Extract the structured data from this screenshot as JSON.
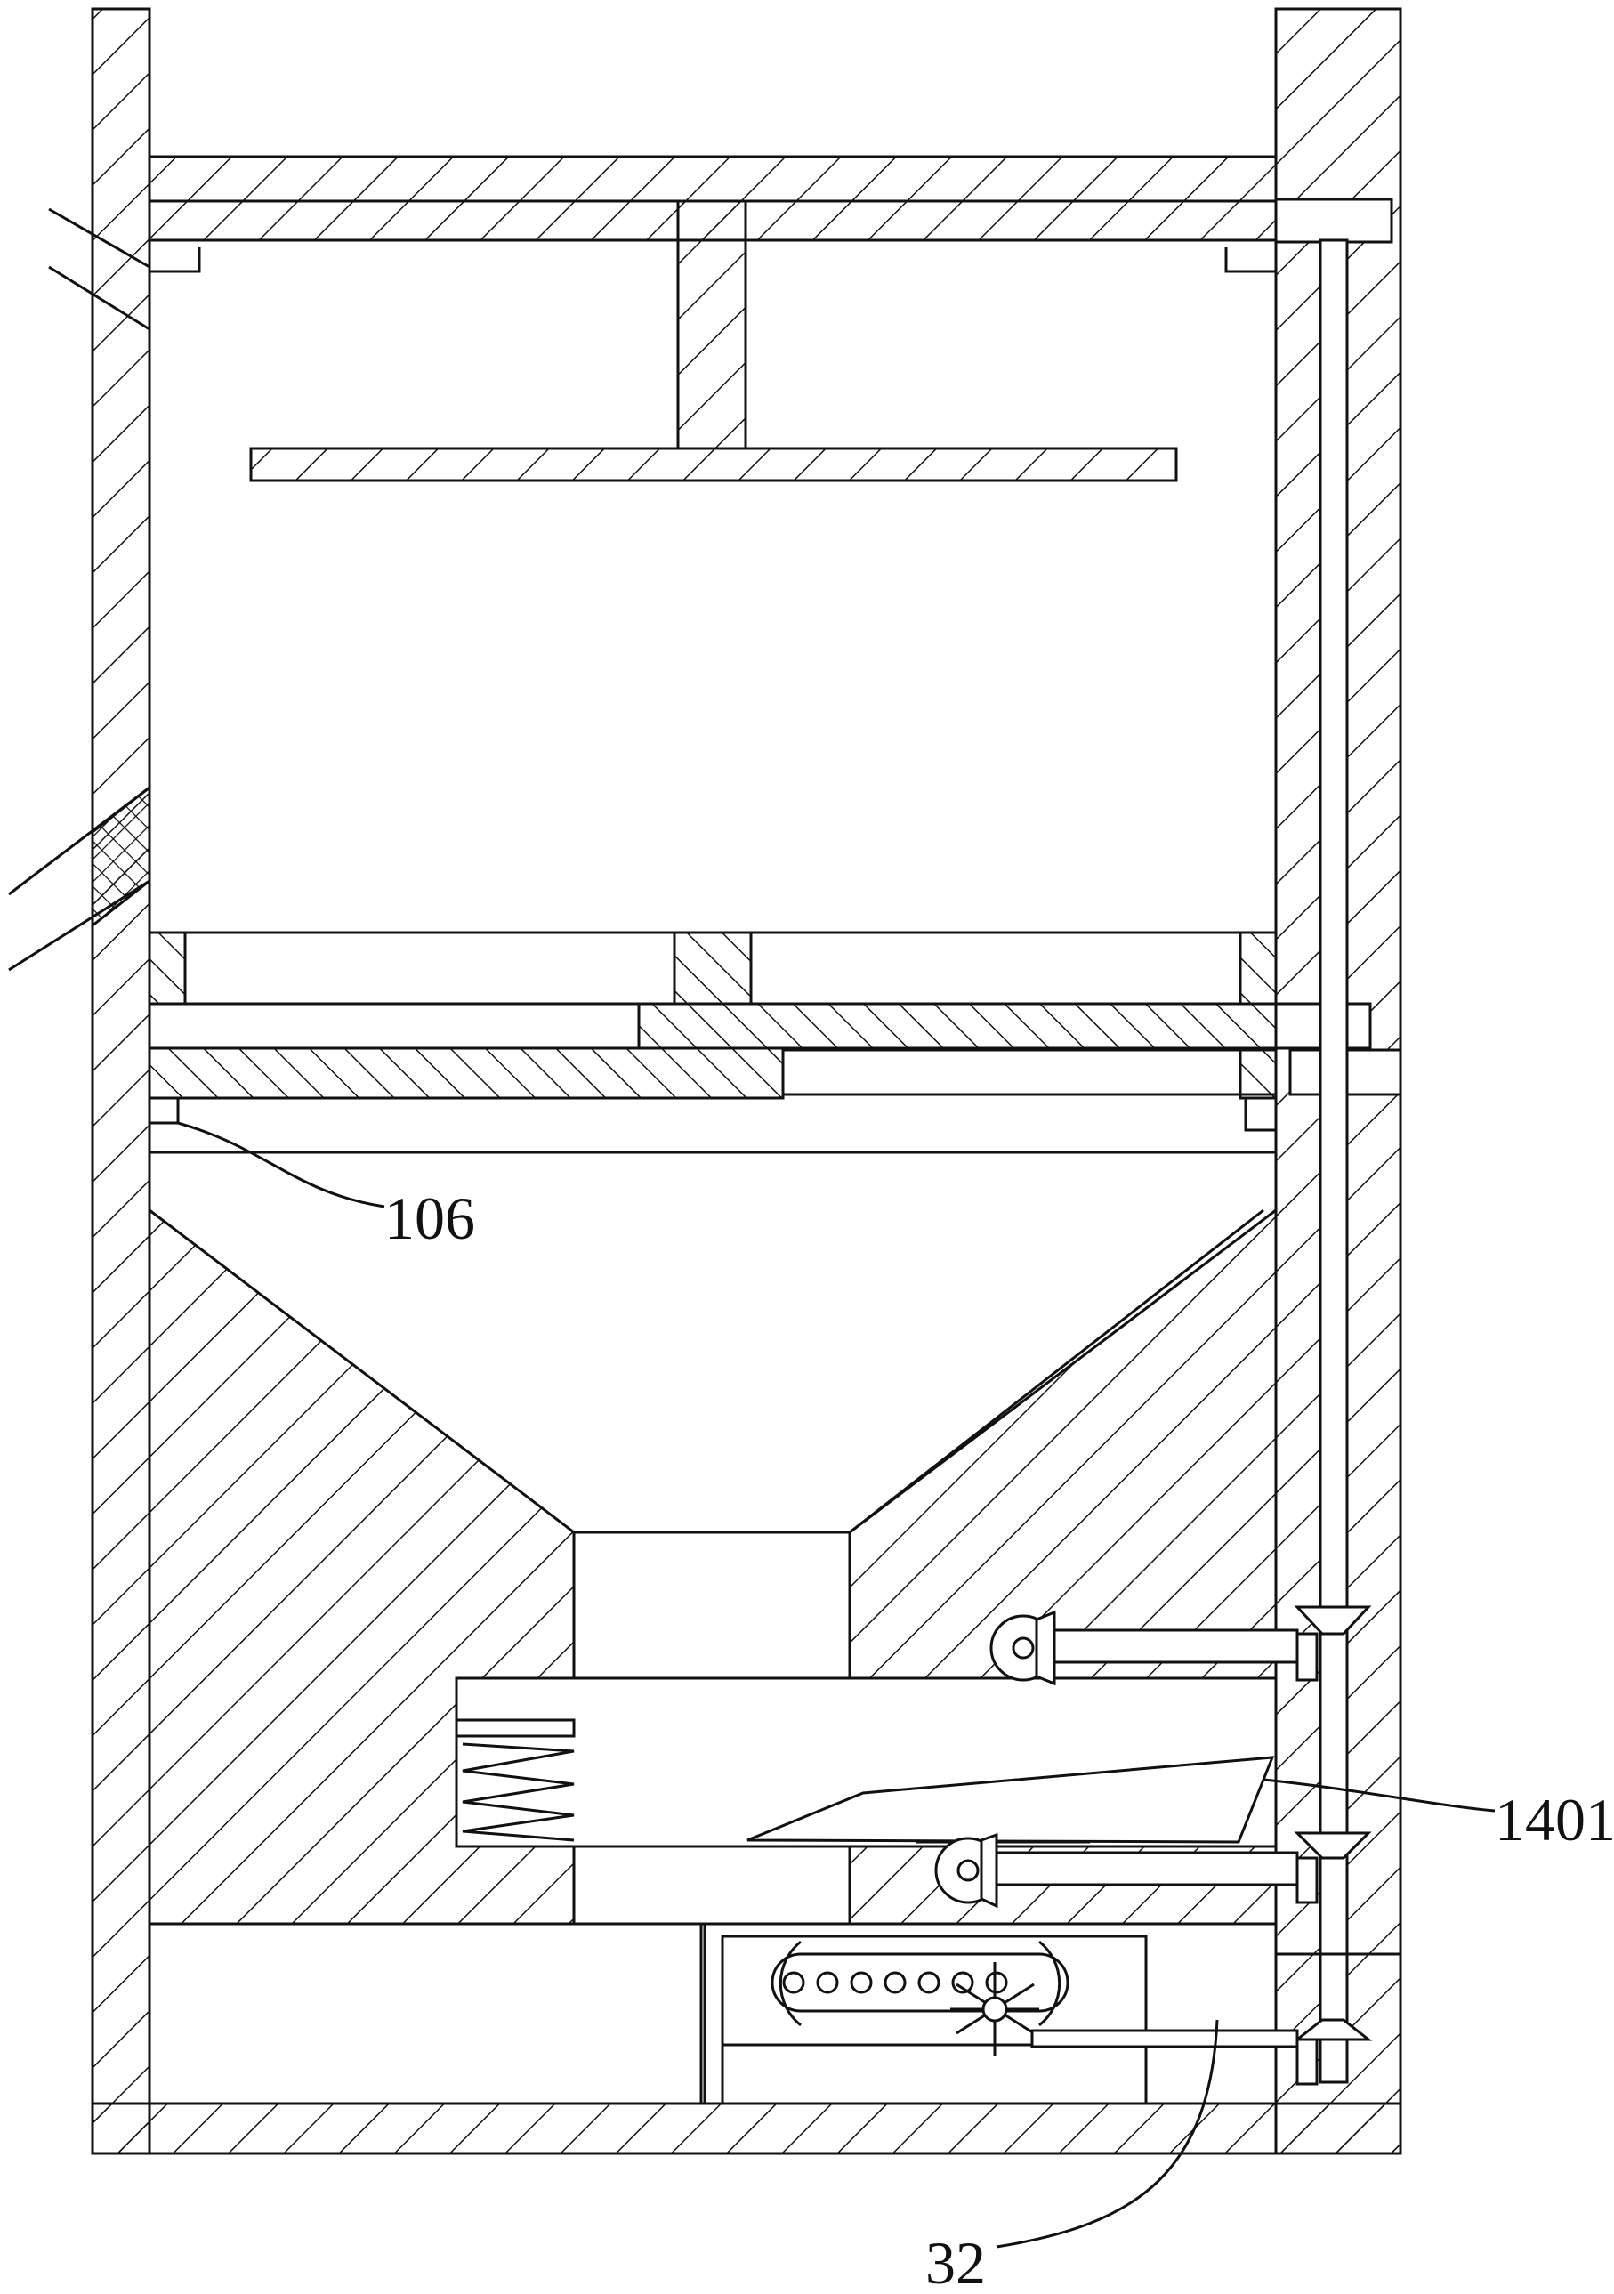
{
  "labels": {
    "label_106": "106",
    "label_1401": "1401",
    "label_32": "32"
  },
  "colors": {
    "line": "#111111",
    "background": "#ffffff"
  }
}
